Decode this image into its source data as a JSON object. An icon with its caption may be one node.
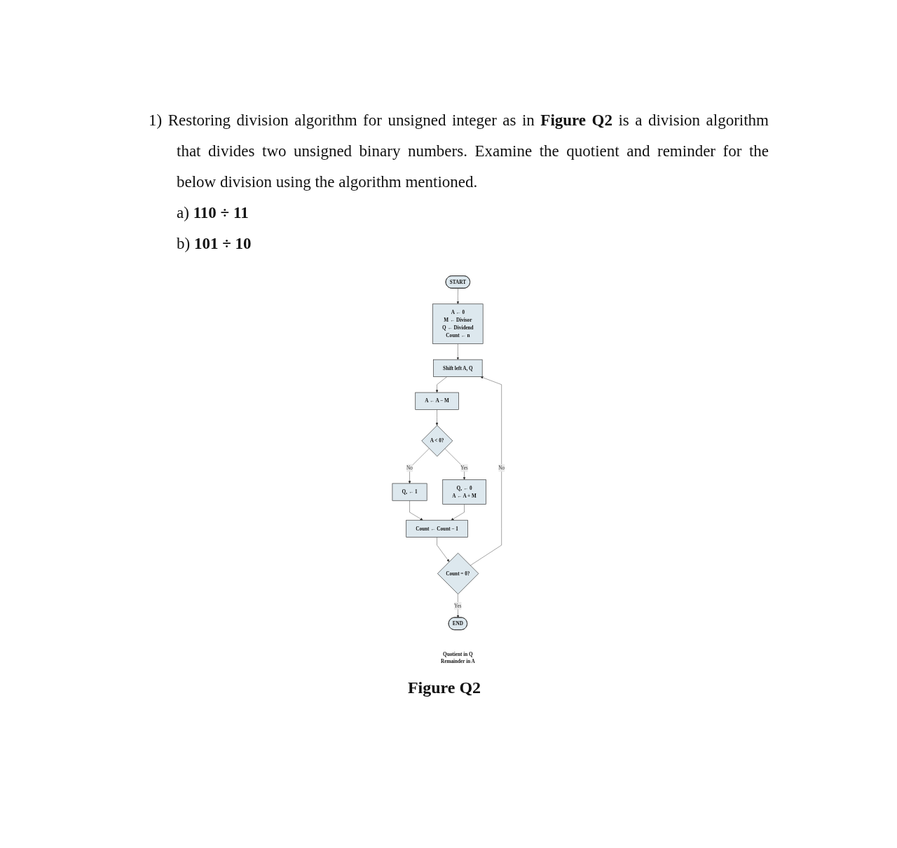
{
  "diagram": {
    "caption": "Figure Q2",
    "nodes": [
      {
        "text": [
          "START"
        ]
      },
      {
        "text": [
          "A ← 0",
          "M ← Divisor",
          "Q ← Dividend",
          "Count ← n"
        ]
      },
      {
        "text": [
          "Shift left A, Q"
        ]
      },
      {
        "text": [
          "A ← A − M"
        ]
      },
      {
        "text": [
          "A < 0?"
        ]
      },
      {
        "text": [
          "Q₀ ← 1"
        ]
      },
      {
        "text": [
          "Q₀ ← 0",
          "A ← A + M"
        ]
      },
      {
        "text": [
          "Count ← Count − 1"
        ]
      },
      {
        "text": [
          "Count = 0?"
        ]
      },
      {
        "text": [
          "END"
        ],
        "beside": [
          "Quotient in Q",
          "Remainder in A"
        ]
      }
    ],
    "edges": [
      {
        "from": 0,
        "to": 1,
        "arrow": "to"
      },
      {
        "from": 1,
        "to": 2,
        "arrow": "to"
      },
      {
        "from": 2,
        "to": 3,
        "arrow": "to"
      },
      {
        "from": 3,
        "to": 4,
        "arrow": "to"
      },
      {
        "from": 4,
        "to": 5,
        "label": "No",
        "arrow": "to"
      },
      {
        "from": 4,
        "to": 6,
        "label": "Yes",
        "arrow": "to"
      },
      {
        "from": 5,
        "to": 7,
        "arrow": "to"
      },
      {
        "from": 6,
        "to": 7,
        "arrow": "to"
      },
      {
        "from": 7,
        "to": 8,
        "arrow": "to"
      },
      {
        "from": 8,
        "to": 2,
        "label": "No",
        "arrow": "to"
      },
      {
        "from": 8,
        "to": 9,
        "label": "Yes",
        "arrow": "to"
      }
    ],
    "labels": [
      "1) Restoring division algorithm for unsigned integer as in **Figure Q2** is a division algorithm that divides two unsigned binary numbers. Examine the quotient and reminder for the below division using the algorithm mentioned.",
      "a) **110 ÷ 11**",
      "b) **101 ÷ 10**"
    ]
  }
}
